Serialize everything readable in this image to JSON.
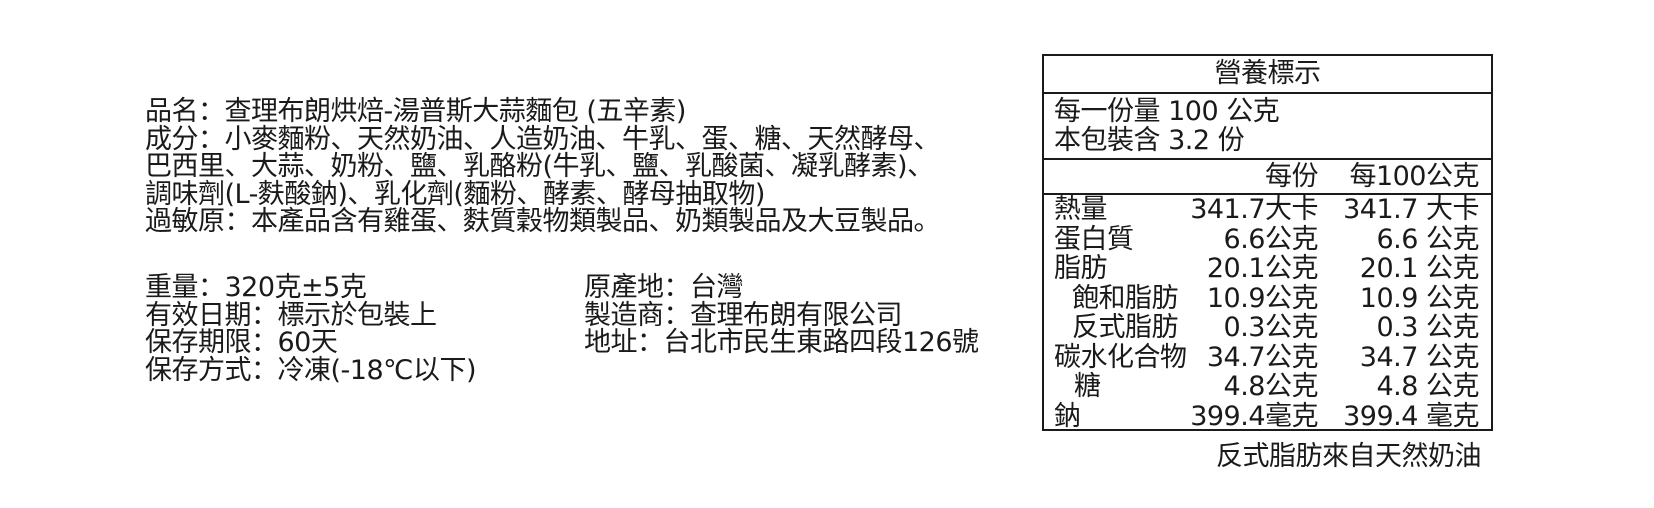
{
  "product": {
    "name_line": "品名：查理布朗烘焙-湯普斯大蒜麵包 (五辛素)",
    "ingredients_lines": [
      "成分：小麥麵粉、天然奶油、人造奶油、牛乳、蛋、糖、天然酵母、",
      "巴西里、大蒜、奶粉、鹽、乳酪粉(牛乳、鹽、乳酸菌、凝乳酵素)、",
      "調味劑(L-麩酸鈉)、乳化劑(麵粉、酵素、酵母抽取物)"
    ],
    "allergen_line": "過敏原：本產品含有雞蛋、麩質穀物類製品、奶類製品及大豆製品。"
  },
  "specs_left": [
    "重量：320克±5克",
    "有效日期：標示於包裝上",
    "保存期限：60天",
    "保存方式：冷凍(-18℃以下)"
  ],
  "specs_right": [
    "原產地：台灣",
    "製造商：查理布朗有限公司",
    "地址：台北市民生東路四段126號"
  ],
  "nutrition": {
    "title": "營養標示",
    "serving_size": "每一份量 100 公克",
    "servings_per_package": "本包裝含 3.2 份",
    "col_per_serving": "每份",
    "col_per_100g": "每100公克",
    "rows": [
      {
        "name": "熱量",
        "per_serving": "341.7大卡",
        "per_100g": "341.7 大卡",
        "indent": 0
      },
      {
        "name": "蛋白質",
        "per_serving": "6.6公克",
        "per_100g": "6.6 公克",
        "indent": 0
      },
      {
        "name": "脂肪",
        "per_serving": "20.1公克",
        "per_100g": "20.1 公克",
        "indent": 0
      },
      {
        "name": "飽和脂肪",
        "per_serving": "10.9公克",
        "per_100g": "10.9 公克",
        "indent": 1
      },
      {
        "name": "反式脂肪",
        "per_serving": "0.3公克",
        "per_100g": "0.3 公克",
        "indent": 1
      },
      {
        "name": "碳水化合物",
        "per_serving": "34.7公克",
        "per_100g": "34.7 公克",
        "indent": 0
      },
      {
        "name": "糖",
        "per_serving": "4.8公克",
        "per_100g": "4.8 公克",
        "indent": 2
      },
      {
        "name": "鈉",
        "per_serving": "399.4毫克",
        "per_100g": "399.4 毫克",
        "indent": 0
      }
    ],
    "footnote": "反式脂肪來自天然奶油"
  }
}
